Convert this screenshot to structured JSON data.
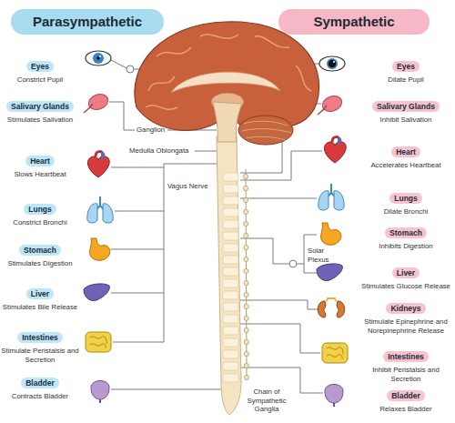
{
  "diagram": {
    "nodes": [
      {
        "text": [
          "Parasympathetic"
        ]
      },
      {
        "text": [
          "Sympathetic"
        ]
      },
      {
        "text": [
          "Eyes",
          "Constrict Pupil"
        ]
      },
      {
        "text": [
          "Salivary Glands",
          "Stimulates Salivation"
        ]
      },
      {
        "text": [
          "Heart",
          "Slows Heartbeat"
        ]
      },
      {
        "text": [
          "Lungs",
          "Constrict Bronchi"
        ]
      },
      {
        "text": [
          "Stomach",
          "Stimulates Digestion"
        ]
      },
      {
        "text": [
          "Liver",
          "Stimulates Bile Release"
        ]
      },
      {
        "text": [
          "Intestines",
          "Stimulate Peristalsis and Secretion"
        ]
      },
      {
        "text": [
          "Bladder",
          "Contracts Bladder"
        ]
      },
      {
        "text": [
          "Eyes",
          "Dilate Pupil"
        ]
      },
      {
        "text": [
          "Salivary Glands",
          "Inhibit Salivation"
        ]
      },
      {
        "text": [
          "Heart",
          "Accelerates Heartbeat"
        ]
      },
      {
        "text": [
          "Lungs",
          "Dilate Bronchi"
        ]
      },
      {
        "text": [
          "Stomach",
          "Inhibits Digestion"
        ]
      },
      {
        "text": [
          "Liver",
          "Stimulates Glucose Release"
        ]
      },
      {
        "text": [
          "Kidneys",
          "Stimulate Epinephrine and Norepinephrine Release"
        ]
      },
      {
        "text": [
          "Intestines",
          "Inhibit Peristalsis and Secretion"
        ]
      },
      {
        "text": [
          "Bladder",
          "Relaxes Bladder"
        ]
      }
    ],
    "labels": [
      "Ganglion",
      "Medulla Oblongata",
      "Vagus Nerve",
      "Solar Plexus",
      "Chain of Sympathetic Ganglia"
    ]
  }
}
